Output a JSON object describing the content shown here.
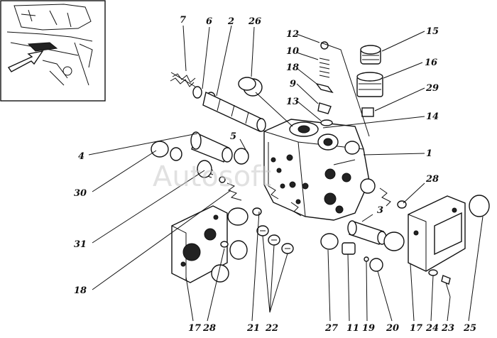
{
  "diagram": {
    "watermark": "Autosoft",
    "callouts": [
      "7",
      "6",
      "2",
      "26",
      "12",
      "15",
      "10",
      "16",
      "18",
      "9",
      "29",
      "13",
      "14",
      "4",
      "5",
      "1",
      "30",
      "28",
      "3",
      "31",
      "18",
      "17",
      "28",
      "21",
      "22",
      "27",
      "11",
      "19",
      "20",
      "17",
      "24",
      "23",
      "25"
    ],
    "inset": {
      "description_icon": "vehicle-location-inset"
    }
  }
}
